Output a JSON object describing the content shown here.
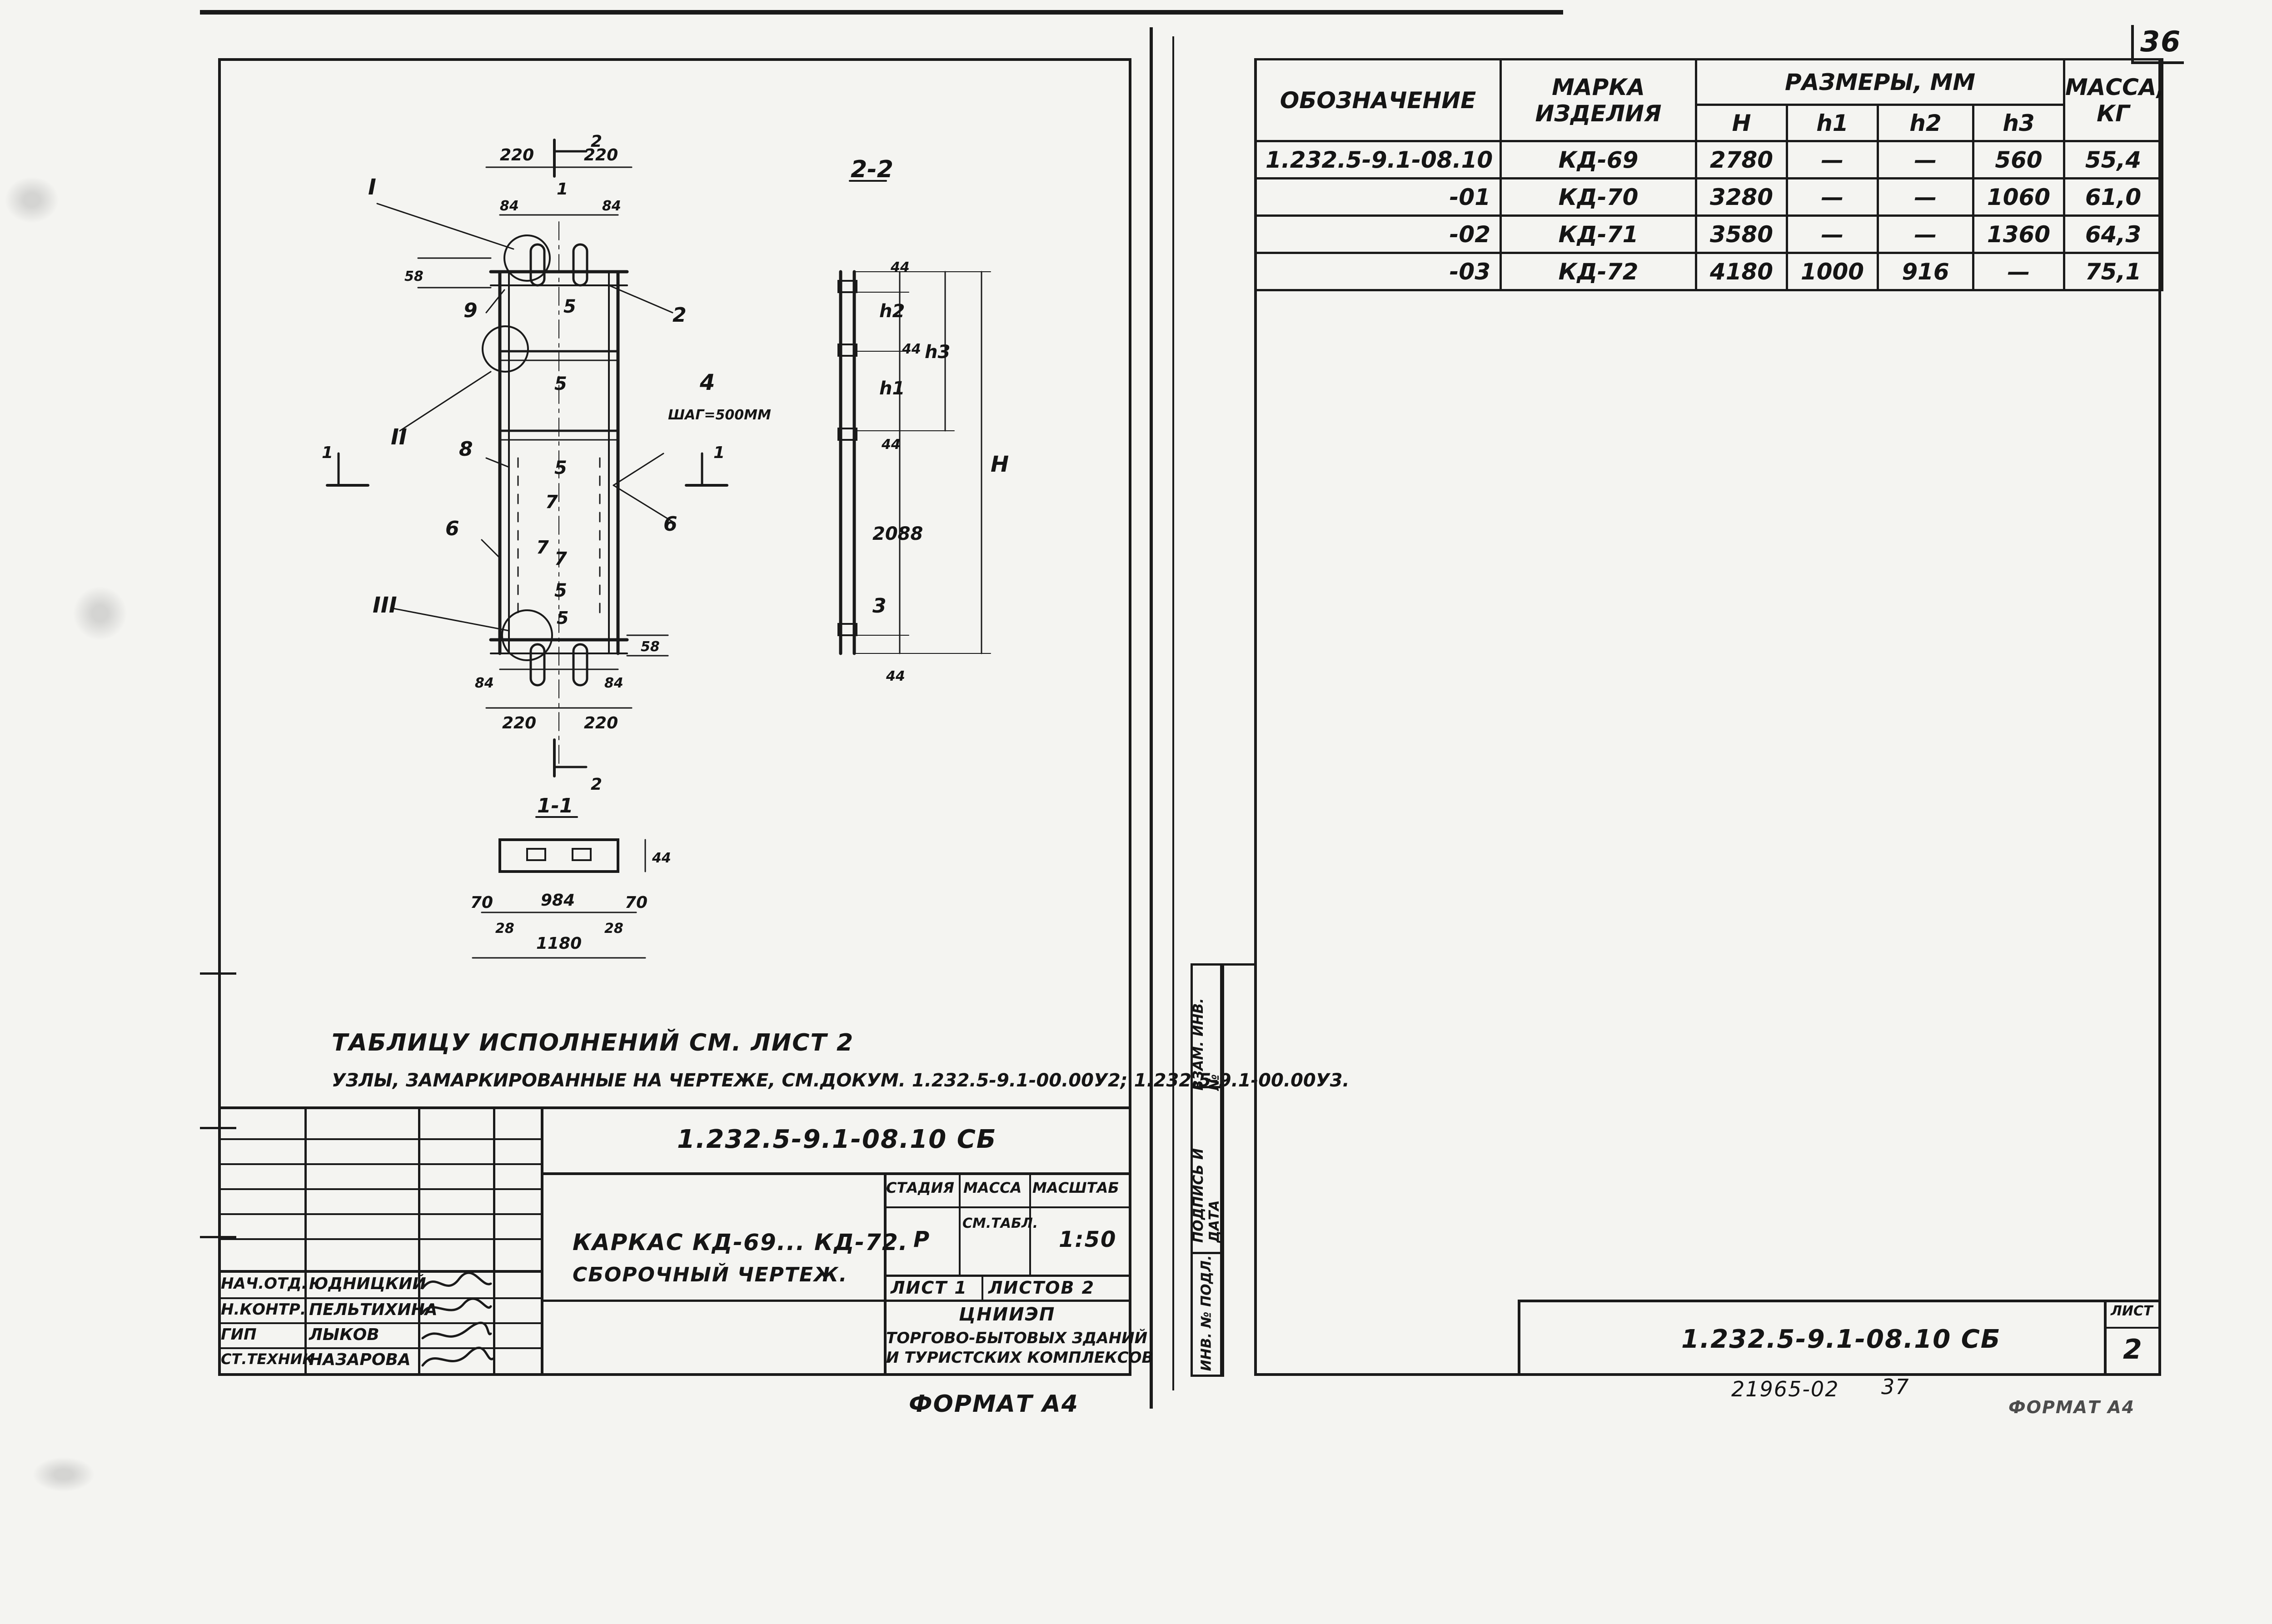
{
  "page_number": "36",
  "left_sheet": {
    "section_2_mark": "2",
    "section_1_mark": "1",
    "section_2_2_label": "2-2",
    "section_1_1_label": "1-1",
    "callouts": [
      "I",
      "II",
      "III",
      "1",
      "2",
      "3",
      "4",
      "5",
      "5",
      "5",
      "5",
      "5",
      "6",
      "6",
      "7",
      "7",
      "7",
      "8",
      "9"
    ],
    "step_note": "ШАГ=500ММ",
    "dims": {
      "top_left": "220",
      "top_right": "220",
      "top_left_small": "84",
      "top_right_small": "84",
      "side_58": "58",
      "bot_58": "58",
      "bot_left_small": "84",
      "bot_right_small": "84",
      "bot_left": "220",
      "bot_right": "220",
      "s22_44a": "44",
      "s22_h2": "h2",
      "s22_44b": "44",
      "s22_h1": "h1",
      "s22_h3": "h3",
      "s22_44c": "44",
      "s22_2088": "2088",
      "s22_44d": "44",
      "s22_H": "H",
      "s11_70a": "70",
      "s11_984": "984",
      "s11_70b": "70",
      "s11_28a": "28",
      "s11_28b": "28",
      "s11_1180": "1180",
      "s11_44": "44"
    },
    "note_line_1": "ТАБЛИЦУ ИСПОЛНЕНИЙ СМ. ЛИСТ 2",
    "note_line_2": "УЗЛЫ, ЗАМАРКИРОВАННЫЕ НА ЧЕРТЕЖЕ, СМ.ДОКУМ. 1.232.5-9.1-00.00У2; 1.232.5-9.1-00.00У3.",
    "title_block": {
      "doc_code": "1.232.5-9.1-08.10 СБ",
      "title_line_1": "КАРКАС КД-69... КД-72.",
      "title_line_2": "СБОРОЧНЫЙ ЧЕРТЕЖ.",
      "stage_header": "СТАДИЯ",
      "mass_header": "МАССА",
      "scale_header": "МАСШТАБ",
      "stage": "Р",
      "mass": "СМ.ТАБЛ.",
      "scale": "1:50",
      "sheet": "ЛИСТ 1",
      "sheets": "ЛИСТОВ 2",
      "org_line_1": "ЦНИИЭП",
      "org_line_2": "ТОРГОВО-БЫТОВЫХ ЗДАНИЙ",
      "org_line_3": "И ТУРИСТСКИХ КОМПЛЕКСОВ",
      "staff": [
        {
          "role": "НАЧ.ОТД.",
          "name": "ЮДНИЦКИЙ"
        },
        {
          "role": "Н.КОНТР.",
          "name": "ПЕЛЬТИХИНА"
        },
        {
          "role": "ГИП",
          "name": "ЛЫКОВ"
        },
        {
          "role": "СТ.ТЕХНИК",
          "name": "НАЗАРОВА"
        }
      ]
    },
    "format": "ФОРМАТ А4"
  },
  "right_sheet": {
    "table": {
      "headers": {
        "designation": "ОБОЗНАЧЕНИЕ",
        "mark_line_1": "МАРКА",
        "mark_line_2": "ИЗДЕЛИЯ",
        "sizes": "РАЗМЕРЫ, ММ",
        "H": "Н",
        "h1": "h1",
        "h2": "h2",
        "h3": "h3",
        "mass_line_1": "МАССА,",
        "mass_line_2": "КГ"
      },
      "rows": [
        {
          "designation": "1.232.5-9.1-08.10",
          "mark": "КД-69",
          "H": "2780",
          "h1": "—",
          "h2": "—",
          "h3": "560",
          "mass": "55,4"
        },
        {
          "designation": "-01",
          "mark": "КД-70",
          "H": "3280",
          "h1": "—",
          "h2": "—",
          "h3": "1060",
          "mass": "61,0"
        },
        {
          "designation": "-02",
          "mark": "КД-71",
          "H": "3580",
          "h1": "—",
          "h2": "—",
          "h3": "1360",
          "mass": "64,3"
        },
        {
          "designation": "-03",
          "mark": "КД-72",
          "H": "4180",
          "h1": "1000",
          "h2": "916",
          "h3": "—",
          "mass": "75,1"
        }
      ]
    },
    "side_stamp": [
      "ИНВ. № ПОДЛ.",
      "ПОДПИСЬ И ДАТА",
      "ВЗАМ. ИНВ. №"
    ],
    "doc_code": "1.232.5-9.1-08.10 СБ",
    "sheet_label": "ЛИСТ",
    "sheet_number": "2",
    "archive_number": "21965-02",
    "archive_page": "37",
    "format": "ФОРМАТ А4"
  }
}
